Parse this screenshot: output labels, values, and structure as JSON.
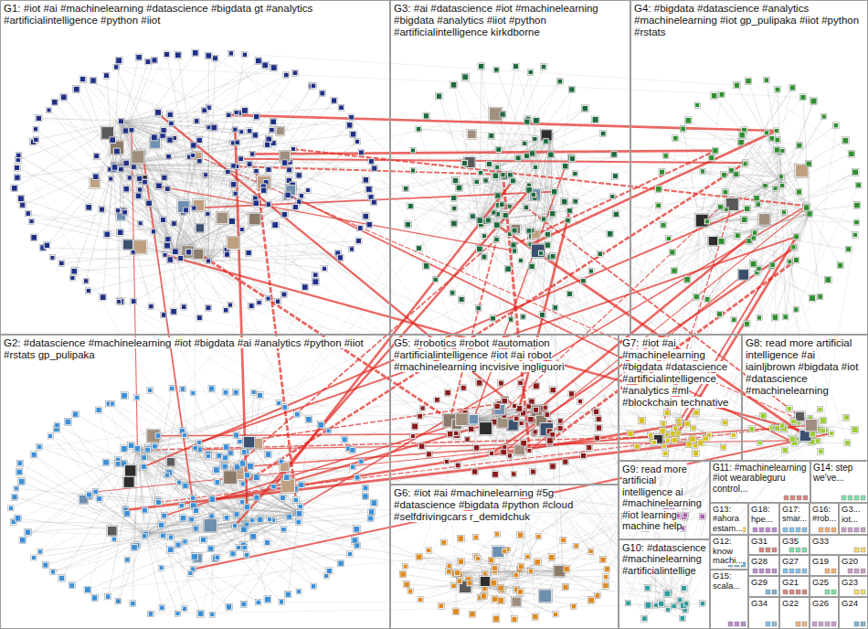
{
  "diagram": {
    "nodes": [
      {
        "text": [
          "G1: #iot #ai #machinelearning #datascience #bigdata gt #analytics #artificialintelligence #python #iiot"
        ]
      },
      {
        "text": [
          "G3: #ai #datascience #iot #machinelearning #bigdata #analytics #iiot #python #artificialintelligence kirkdborne"
        ]
      },
      {
        "text": [
          "G4: #bigdata #datascience #analytics #machinelearning #iot gp_pulipaka #iiot #python #rstats"
        ]
      },
      {
        "text": [
          "G2: #datascience #machinelearning #iot #bigdata #ai #analytics #python #iiot #rstats gp_pulipaka"
        ]
      },
      {
        "text": [
          "G5: #robotics #robot #automation #artificialintelligence #iot #ai robot #machinelearning incvisive ingliguori"
        ]
      },
      {
        "text": [
          "G7: #iot #ai #machinelearning #bigdata #datascience #artificialintelligence #analytics #ml #blockchain technative"
        ]
      },
      {
        "text": [
          "G8: read more artificial intelligence #ai iainljbrown #bigdata #iot #datascience #machinelearning"
        ]
      },
      {
        "text": [
          "G6: #iot #ai #machinelearning #5g #datascience #bigdata #python #cloud #selfdrivingcars r_demidchuk"
        ]
      },
      {
        "text": [
          "G9: read more artificial intelligence ai #machinelearning #iot learning machine help"
        ]
      },
      {
        "text": [
          "G10: #datascience #machinelearning #artificialintellige"
        ]
      },
      {
        "text": [
          "G11: #machinelearning #iot wearableguru control..."
        ]
      },
      {
        "text": [
          "G14: step we've..."
        ]
      },
      {
        "text": [
          "G13: #ahora estam..."
        ]
      },
      {
        "text": [
          "G18: hpe..."
        ]
      },
      {
        "text": [
          "G17: smar..."
        ]
      },
      {
        "text": [
          "G16: #rob..."
        ]
      },
      {
        "text": [
          "G3... iot..."
        ]
      },
      {
        "text": [
          "G12: know machi..."
        ]
      },
      {
        "text": [
          "G31"
        ]
      },
      {
        "text": [
          "G35"
        ]
      },
      {
        "text": [
          "G33"
        ]
      },
      {
        "text": [
          "G28"
        ]
      },
      {
        "text": [
          "G27"
        ]
      },
      {
        "text": [
          "G19"
        ]
      },
      {
        "text": [
          "G20"
        ]
      },
      {
        "text": [
          "G29"
        ]
      },
      {
        "text": [
          "G21"
        ]
      },
      {
        "text": [
          "G25"
        ]
      },
      {
        "text": [
          "G23"
        ]
      },
      {
        "text": [
          "G15: scala..."
        ]
      },
      {
        "text": [
          "G34"
        ]
      },
      {
        "text": [
          "G22"
        ]
      },
      {
        "text": [
          "G26"
        ]
      },
      {
        "text": [
          "G24"
        ]
      }
    ]
  }
}
